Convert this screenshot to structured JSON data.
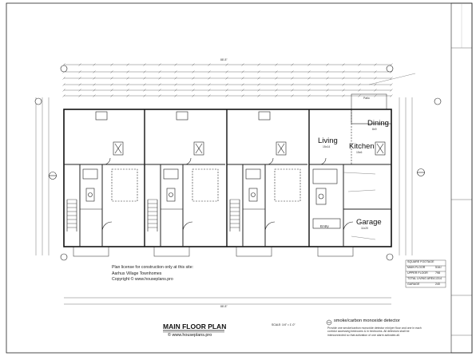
{
  "plan": {
    "rooms": {
      "living": "Living",
      "living_size": "15x14",
      "dining": "Dining",
      "dining_size": "8x9",
      "kitchen": "Kitchen",
      "kitchen_size": "15x6",
      "garage": "Garage",
      "garage_size": "11x20",
      "entry": "Entry",
      "patio": "Patio"
    },
    "overall_width_dim": "88'-8\"",
    "license": {
      "line1": "Plan license for construction only at this site:",
      "line2": "Aarhus Village Townhomes",
      "line3": "Copyright © www.houseplans.pro"
    },
    "title": "MAIN FLOOR PLAN",
    "subtitle": "© www.houseplans.pro",
    "scale": "SCALE: 1/4\" = 1'-0\"",
    "smoke_heading": "smoke/carbon monoxide detector",
    "smoke_text": "Provide one smoke/carbon monoxide detector min/per floor and one in each corridor accessing bedrooms & in bedrooms. All detectors shall be interconnected so that activation of one alarm activates all.",
    "square_footage": {
      "heading": "SQUARE FOOTAGE",
      "rows": [
        {
          "label": "MAIN FLOOR",
          "value": "516√"
        },
        {
          "label": "UPPER FLOOR",
          "value": "798"
        },
        {
          "label": "TOTAL LIVING AREA",
          "value": "1314"
        },
        {
          "label": "GARAGE",
          "value": "240"
        }
      ]
    }
  }
}
